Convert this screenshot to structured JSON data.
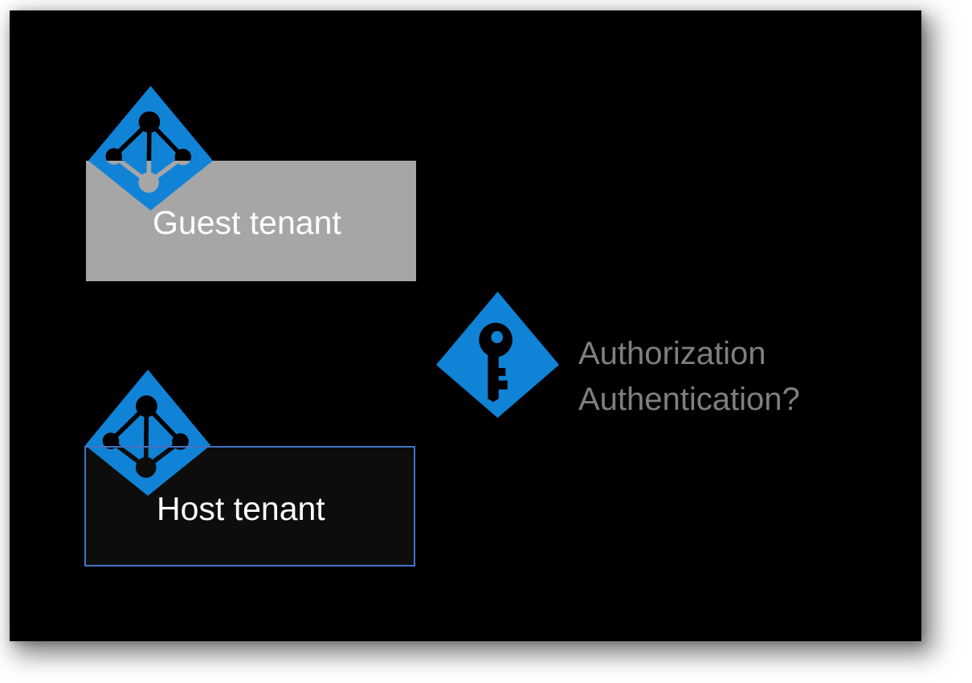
{
  "colors": {
    "page_bg": "#ffffff",
    "slide_bg": "#000000",
    "diamond_blue": "#1183d6",
    "guest_box_gray": "#a6a6a6",
    "host_box_fill": "#0d0d0d",
    "host_border_blue": "#4472c4",
    "label_white": "#ffffff",
    "question_gray": "#7f7f7f"
  },
  "slide": {
    "guest_tenant": {
      "label": "Guest tenant"
    },
    "host_tenant": {
      "label": "Host tenant"
    },
    "question": {
      "line1": "Authorization",
      "line2": "Authentication?"
    },
    "icons": {
      "guest_directory": "azure-active-directory",
      "host_directory": "azure-active-directory",
      "key": "key"
    }
  }
}
